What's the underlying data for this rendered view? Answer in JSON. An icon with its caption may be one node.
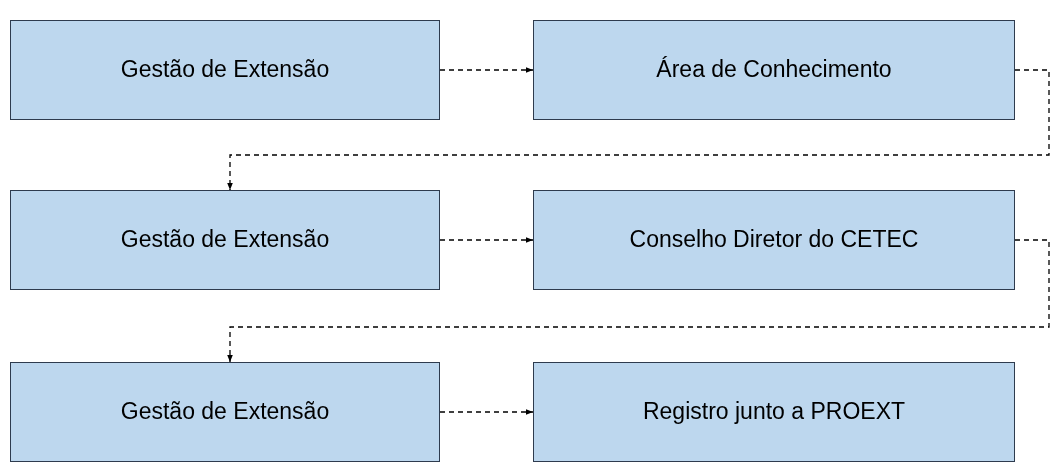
{
  "diagram": {
    "nodes": [
      {
        "text": [
          "Gestão de Extensão"
        ]
      },
      {
        "text": [
          "Área de Conhecimento"
        ]
      },
      {
        "text": [
          "Gestão de Extensão"
        ]
      },
      {
        "text": [
          "Conselho Diretor do CETEC"
        ]
      },
      {
        "text": [
          "Gestão de Extensão"
        ]
      },
      {
        "text": [
          "Registro junto a PROEXT"
        ]
      }
    ],
    "edges": [
      {
        "from": 0,
        "to": 1,
        "arrow": "to",
        "style": "dashed"
      },
      {
        "from": 1,
        "to": 2,
        "arrow": "to",
        "style": "dashed"
      },
      {
        "from": 2,
        "to": 3,
        "arrow": "to",
        "style": "dashed"
      },
      {
        "from": 3,
        "to": 4,
        "arrow": "to",
        "style": "dashed"
      },
      {
        "from": 4,
        "to": 5,
        "arrow": "to",
        "style": "dashed"
      }
    ]
  }
}
